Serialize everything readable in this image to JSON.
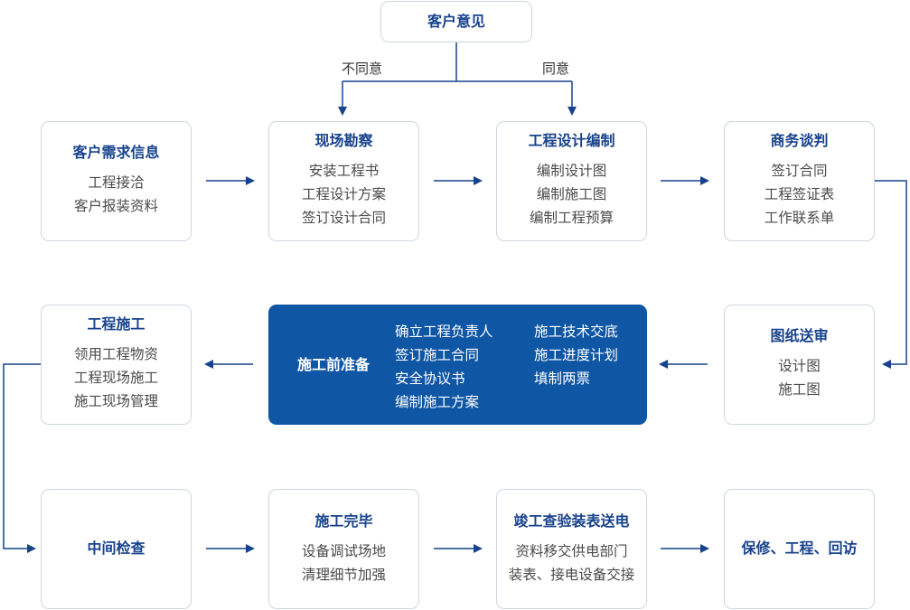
{
  "top_node": {
    "title": "客户意见"
  },
  "branch_labels": {
    "disagree": "不同意",
    "agree": "同意"
  },
  "row1": [
    {
      "title": "客户需求信息",
      "lines": [
        "工程接洽",
        "客户报装资料"
      ]
    },
    {
      "title": "现场勘察",
      "lines": [
        "安装工程书",
        "工程设计方案",
        "签订设计合同"
      ]
    },
    {
      "title": "工程设计编制",
      "lines": [
        "编制设计图",
        "编制施工图",
        "编制工程预算"
      ]
    },
    {
      "title": "商务谈判",
      "lines": [
        "签订合同",
        "工程签证表",
        "工作联系单"
      ]
    }
  ],
  "row2": {
    "construction": {
      "title": "工程施工",
      "lines": [
        "领用工程物资",
        "工程现场施工",
        "施工现场管理"
      ]
    },
    "preparation": {
      "title": "施工前准备",
      "col1": [
        "确立工程负责人",
        "签订施工合同",
        "安全协议书",
        "编制施工方案"
      ],
      "col2": [
        "施工技术交底",
        "施工进度计划",
        "填制两票"
      ]
    },
    "review": {
      "title": "图纸送审",
      "lines": [
        "设计图",
        "施工图"
      ]
    }
  },
  "row3": [
    {
      "title": "中间检查"
    },
    {
      "title": "施工完毕",
      "lines": [
        "设备调试场地",
        "清理细节加强"
      ]
    },
    {
      "title": "竣工查验装表送电",
      "lines": [
        "资料移交供电部门",
        "装表、接电设备交接"
      ]
    },
    {
      "title": "保修、工程、回访"
    }
  ]
}
